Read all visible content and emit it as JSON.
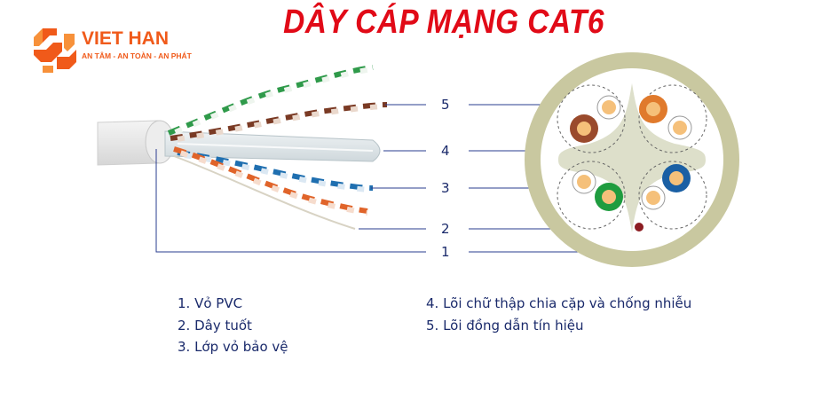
{
  "title": "DÂY CÁP MẠNG CAT6",
  "logo": {
    "brand": "VIET HAN",
    "slogan": "AN TÂM - AN TOÀN - AN PHÁT",
    "color": "#f05a1a"
  },
  "callouts": [
    {
      "num": "5"
    },
    {
      "num": "4"
    },
    {
      "num": "3"
    },
    {
      "num": "2"
    },
    {
      "num": "1"
    }
  ],
  "legend": [
    "1. Vỏ PVC",
    "2. Dây tuốt",
    "3. Lớp vỏ bảo vệ",
    "4. Lõi chữ thập chia cặp và chống nhiễu",
    "5. Lõi đồng dẫn tín hiệu"
  ],
  "colors": {
    "title": "#e10a17",
    "label": "#1a2a6b",
    "jacket": "#c9c8a0",
    "line": "#2a3d8f"
  }
}
